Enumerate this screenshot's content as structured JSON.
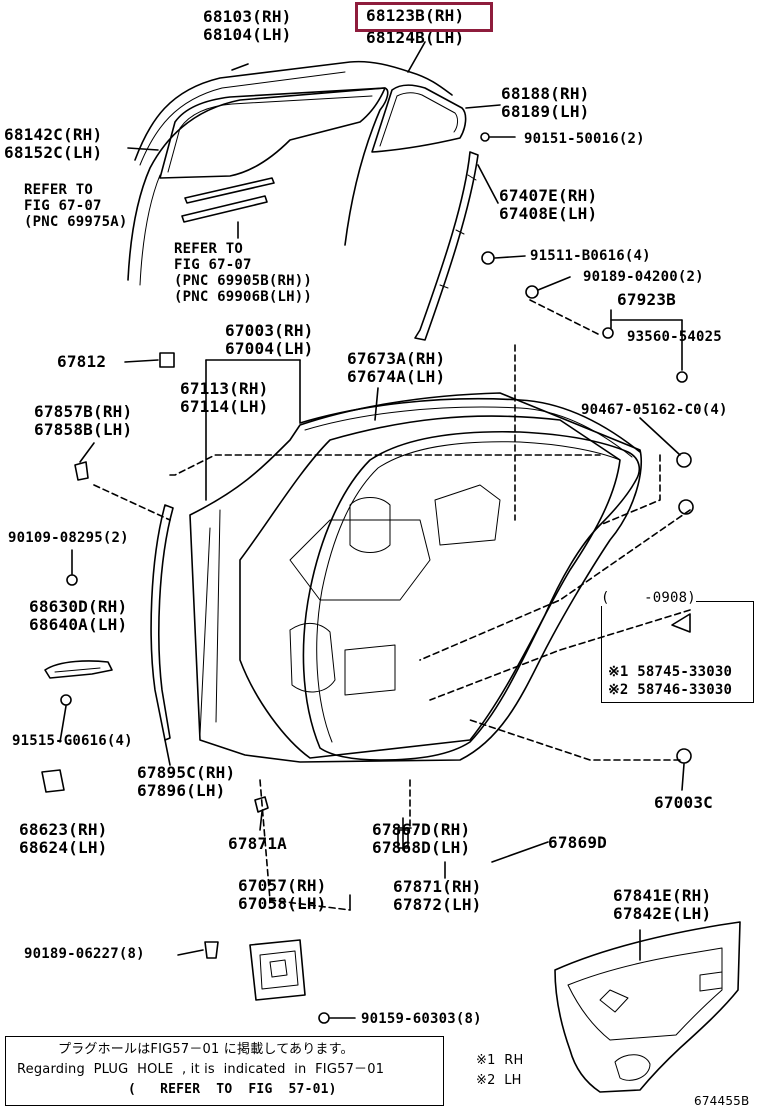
{
  "highlight": "68123B(RH)",
  "labels": {
    "p68103": "68103(RH)",
    "p68104": "68104(LH)",
    "p68124": "68124B(LH)",
    "p68188": "68188(RH)",
    "p68189": "68189(LH)",
    "p68142": "68142C(RH)",
    "p68152": "68152C(LH)",
    "p90151": "90151-50016(2)",
    "ref1a": "REFER TO",
    "ref1b": "FIG 67-07",
    "ref1c": "(PNC 69975A)",
    "p67407": "67407E(RH)",
    "p67408": "67408E(LH)",
    "ref2a": "REFER TO",
    "ref2b": "FIG 67-07",
    "ref2c": "(PNC 69905B(RH))",
    "ref2d": "(PNC 69906B(LH))",
    "p91511": "91511-B0616(4)",
    "p90189a": "90189-04200(2)",
    "p67923": "67923B",
    "p93560": "93560-54025",
    "p67003": "67003(RH)",
    "p67004": "67004(LH)",
    "p67812": "67812",
    "p67673": "67673A(RH)",
    "p67674": "67674A(LH)",
    "p67113": "67113(RH)",
    "p67114": "67114(LH)",
    "p67857": "67857B(RH)",
    "p67858": "67858B(LH)",
    "p90467": "90467-05162-C0(4)",
    "p90109": "90109-08295(2)",
    "p68630": "68630D(RH)",
    "p68640": "68640A(LH)",
    "p91515": "91515-G0616(4)",
    "p67895": "67895C(RH)",
    "p67896": "67896(LH)",
    "p68623": "68623(RH)",
    "p68624": "68624(LH)",
    "p67003c": "67003C",
    "p67871a": "67871A",
    "p67867": "67867D(RH)",
    "p67868": "67868D(LH)",
    "p67869": "67869D",
    "p67057": "67057(RH)",
    "p67058": "67058(LH)",
    "p67871": "67871(RH)",
    "p67872": "67872(LH)",
    "p67841": "67841E(RH)",
    "p67842": "67842E(LH)",
    "p90189b": "90189-06227(8)",
    "p90159": "90159-60303(8)"
  },
  "inset": {
    "range": "(    -0908)",
    "line1": "※1 58745-33030",
    "line2": "※2 58746-33030"
  },
  "note": {
    "jp": "プラグホールはFIG57－01 に掲載してあります。",
    "en": "Regarding  PLUG  HOLE  , it is  indicated  in  FIG57－01",
    "ref": "(   REFER  TO  FIG  57-01)"
  },
  "legend": {
    "rh": "※1  RH",
    "lh": "※2  LH"
  },
  "fig_id": "674455B"
}
